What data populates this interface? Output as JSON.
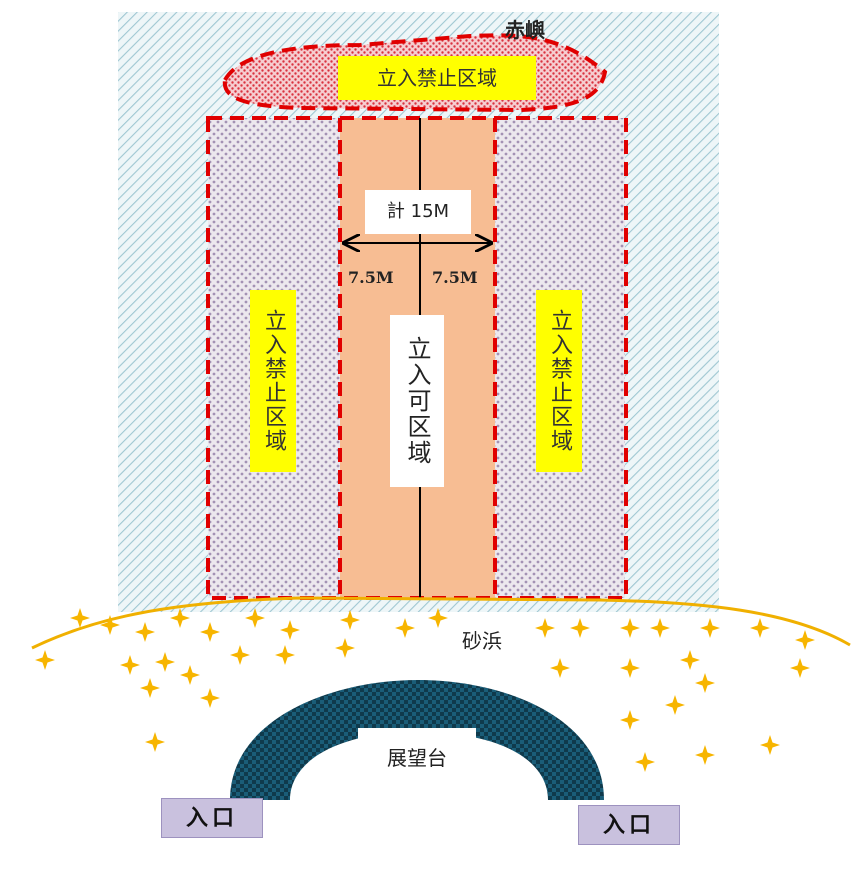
{
  "island_name": "赤嶼",
  "top_zone_label": "立入禁止区域",
  "left_zone_label": "立入禁止区域",
  "right_zone_label": "立入禁止区域",
  "center_zone_label": "立入可区域",
  "total_width_label": "計 15M",
  "left_width_label": "7.5M",
  "right_width_label": "7.5M",
  "beach_label": "砂浜",
  "observatory_label": "展望台",
  "entrance_left_label": "入口",
  "entrance_right_label": "入口",
  "colors": {
    "sea_hatch": "#a9cdd6",
    "sea_bg": "#e9f3f5",
    "restricted_border": "#e00000",
    "zone_dots": "#b8a8c4",
    "allowed_strip": "#f7bd93",
    "label_yellow": "#ffff00",
    "beach_line": "#f0a800",
    "sparkle": "#f7b500",
    "observatory": "#1b5a73",
    "entrance": "#c9c1de"
  }
}
